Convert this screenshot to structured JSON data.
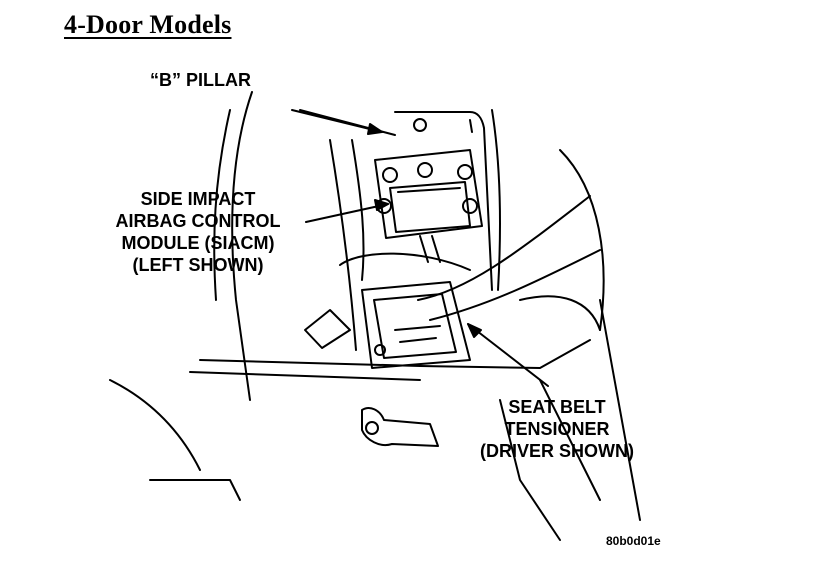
{
  "heading": "4-Door Models",
  "callouts": {
    "b_pillar": "“B” PILLAR",
    "siacm": [
      "SIDE IMPACT",
      "AIRBAG CONTROL",
      "MODULE (SIACM)",
      "(LEFT SHOWN)"
    ],
    "seat_belt_tensioner": [
      "SEAT BELT",
      "TENSIONER",
      "(DRIVER SHOWN)"
    ]
  },
  "reference_code": "80b0d01e"
}
